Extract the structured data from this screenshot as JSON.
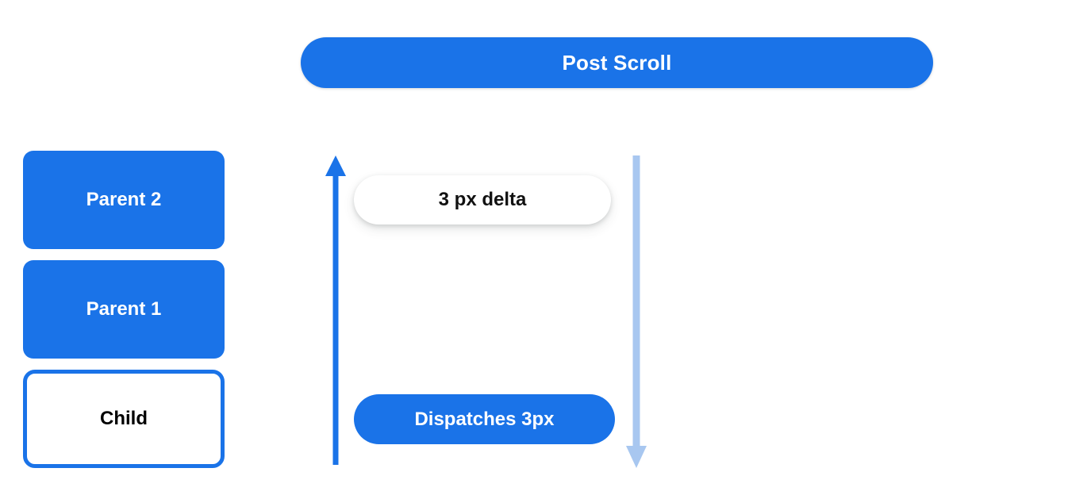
{
  "diagram": {
    "title": "Post Scroll",
    "background_color": "#ffffff",
    "accent_color": "#1a73e8",
    "muted_accent_color": "#a8c7f0",
    "header": {
      "label": "Post Scroll"
    },
    "stack": {
      "boxes": [
        {
          "label": "Parent 2",
          "style": "filled"
        },
        {
          "label": "Parent 1",
          "style": "filled"
        },
        {
          "label": "Child",
          "style": "outlined"
        }
      ]
    },
    "arrows": [
      {
        "name": "scroll-up-arrow",
        "direction": "up",
        "color": "#1a73e8"
      },
      {
        "name": "scroll-down-arrow",
        "direction": "down",
        "color": "#a8c7f0"
      }
    ],
    "annotations": [
      {
        "label": "3 px delta",
        "style": "white-pill"
      },
      {
        "label": "Dispatches 3px",
        "style": "blue-pill"
      }
    ]
  }
}
